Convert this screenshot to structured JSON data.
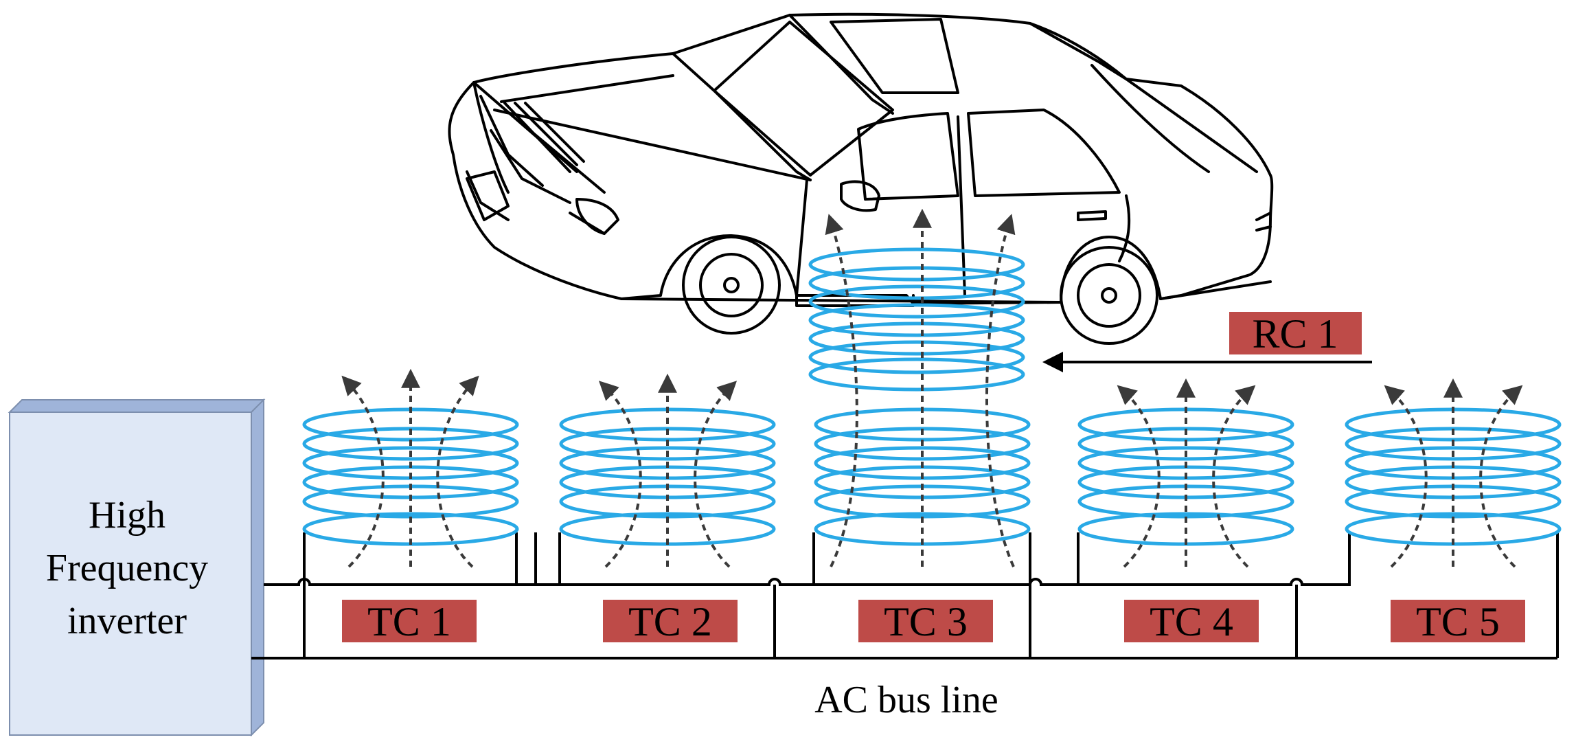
{
  "inverter": {
    "line1": "High",
    "line2": "Frequency",
    "line3": "inverter"
  },
  "bus_label": "AC bus line",
  "receiver": {
    "label": "RC 1"
  },
  "transmitters": [
    {
      "label": "TC 1"
    },
    {
      "label": "TC 2"
    },
    {
      "label": "TC 3"
    },
    {
      "label": "TC 4"
    },
    {
      "label": "TC 5"
    }
  ],
  "colors": {
    "coil": "#29a9e6",
    "tag_fill": "#be4b48",
    "inverter_front": "#dfe8f6",
    "inverter_side": "#9fb4d9",
    "line": "#000000",
    "field_line": "#3a3a3a"
  }
}
